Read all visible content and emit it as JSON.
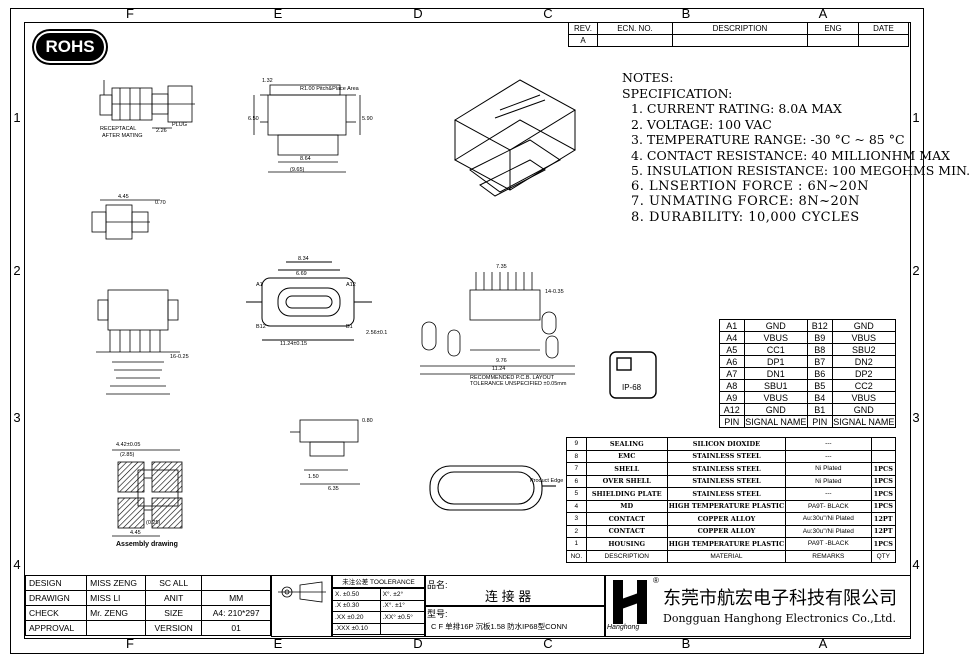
{
  "zones": {
    "columns": [
      "F",
      "E",
      "D",
      "C",
      "B",
      "A"
    ],
    "rows": [
      "1",
      "2",
      "3",
      "4"
    ]
  },
  "rohs": "ROHS",
  "revision_table": {
    "headers": [
      "REV.",
      "ECN. NO.",
      "DESCRIPTION",
      "ENG",
      "DATE"
    ],
    "row": [
      "A",
      "",
      "",
      "",
      ""
    ]
  },
  "notes": {
    "title": "NOTES:",
    "subtitle": "SPECIFICATION:",
    "items": [
      "1. CURRENT RATING: 8.0A MAX",
      "2. VOLTAGE: 100 VAC",
      "3. TEMPERATURE RANGE: -30 °C ~ 85 °C",
      "4. CONTACT RESISTANCE: 40 MILLIONHM MAX",
      "5. INSULATION RESISTANCE: 100 MEGOHMS MIN.",
      "6. LNSERTION FORCE : 6N~20N",
      "7. UNMATING FORCE: 8N~20N",
      "8. DURABILITY: 10,000 CYCLES"
    ]
  },
  "drawing_labels": {
    "receptacle": "RECEPTACAL",
    "after_mating": "AFTER MATING",
    "plug": "PLUG",
    "dim_226": "2.26",
    "dim_132": "1.32",
    "dim_650": "6.50",
    "dim_590": "5.90",
    "dim_864": "8.64",
    "dim_965": "(9.65)",
    "pitch_note": "R1.00 Pitch&Place Area",
    "dim_445": "4.45",
    "dim_070": "0.70",
    "dim_834": "8.34",
    "dim_669": "6.69",
    "dim_1124": "11.24±0.15",
    "dim_256": "2.56±0.1",
    "label_a1": "A1",
    "label_a12": "A12",
    "label_b1": "B1",
    "label_b12": "B12",
    "dim_735": "7.35",
    "dim_976": "9.76",
    "dim_1124b": "11.24",
    "pcb_note1": "RECOMMENDED P.C.B. LAYOUT",
    "pcb_note2": "TOLERANCE UNSPECIFIED ±0.05mm",
    "dim_14_035": "14-0.35",
    "dim_16_025": "16-0.25",
    "dim_445b": "4.45",
    "dim_080": "0.80",
    "dim_150": "1.50",
    "dim_635": "6.35",
    "dim_442": "4.42±0.05",
    "dim_285": "(2.85)",
    "dim_025": "(0.25)",
    "assembly": "Assembly drawing",
    "product_edge": "Product Edge",
    "ip68": "IP-68"
  },
  "pins": {
    "rows": [
      [
        "A1",
        "GND",
        "B12",
        "GND"
      ],
      [
        "A4",
        "VBUS",
        "B9",
        "VBUS"
      ],
      [
        "A5",
        "CC1",
        "B8",
        "SBU2"
      ],
      [
        "A6",
        "DP1",
        "B7",
        "DN2"
      ],
      [
        "A7",
        "DN1",
        "B6",
        "DP2"
      ],
      [
        "A8",
        "SBU1",
        "B5",
        "CC2"
      ],
      [
        "A9",
        "VBUS",
        "B4",
        "VBUS"
      ],
      [
        "A12",
        "GND",
        "B1",
        "GND"
      ]
    ],
    "header": [
      "PIN",
      "SIGNAL NAME",
      "PIN",
      "SIGNAL NAME"
    ]
  },
  "bom": {
    "rows": [
      [
        "9",
        "SEALING",
        "SILICON DIOXIDE",
        "---",
        ""
      ],
      [
        "8",
        "EMC",
        "STAINLESS STEEL",
        "---",
        ""
      ],
      [
        "7",
        "SHELL",
        "STAINLESS STEEL",
        "Ni Plated",
        "1PCS"
      ],
      [
        "6",
        "OVER SHELL",
        "STAINLESS STEEL",
        "Ni Plated",
        "1PCS"
      ],
      [
        "5",
        "SHIELDING PLATE",
        "STAINLESS STEEL",
        "---",
        "1PCS"
      ],
      [
        "4",
        "MD",
        "HIGH TEMPERATURE PLASTIC",
        "PA9T- BLACK",
        "1PCS"
      ],
      [
        "3",
        "CONTACT",
        "COPPER ALLOY",
        "Au:30u\"/Ni Plated",
        "12PT"
      ],
      [
        "2",
        "CONTACT",
        "COPPER ALLOY",
        "Au:30u\"/Ni Plated",
        "12PT"
      ],
      [
        "1",
        "HOUSING",
        "HIGH TEMPERATURE PLASTIC",
        "PA9T -BLACK",
        "1PCS"
      ]
    ],
    "header": [
      "NO.",
      "DESCRIPTION",
      "MATERIAL",
      "REMARKS",
      "QTY"
    ]
  },
  "title_block": {
    "rows": [
      [
        "DESIGN",
        "MISS ZENG",
        "SC ALL",
        ""
      ],
      [
        "DRAWIGN",
        "MISS LI",
        "ANIT",
        "MM"
      ],
      [
        "CHECK",
        "Mr. ZENG",
        "SIZE",
        "A4: 210*297"
      ],
      [
        "APPROVAL",
        "",
        "VERSION",
        "01"
      ]
    ],
    "tolerance_title": "未注公差 TOOLERANCE",
    "tolerance": [
      [
        "X. ±0.50",
        "X°. ±2°"
      ],
      [
        ".X ±0.30",
        ".X°. ±1°"
      ],
      [
        ".XX ±0.20",
        ".XX° ±0.5°"
      ],
      [
        ".XXX ±0.10",
        ""
      ]
    ],
    "product_name_label": "品名:",
    "product_name": "连 接 器",
    "model_label": "型号:",
    "model": "C F 单排16P 沉板1.58 防水IP68型CONN",
    "company_cn": "东莞市航宏电子科技有限公司",
    "company_en": "Dongguan Hanghong Electronics Co.,Ltd.",
    "logo_text": "Hanghong",
    "logo_reg": "®"
  }
}
